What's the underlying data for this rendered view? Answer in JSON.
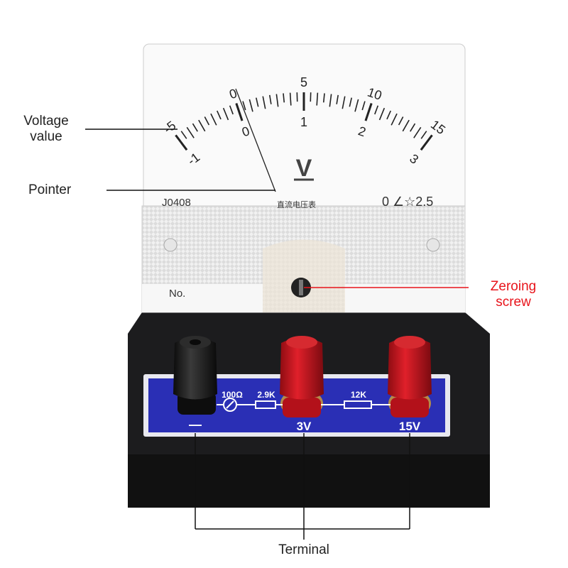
{
  "callouts": {
    "voltage_value": [
      "Voltage",
      "value"
    ],
    "pointer": "Pointer",
    "zeroing_screw": [
      "Zeroing",
      "screw"
    ],
    "terminal": "Terminal"
  },
  "meter": {
    "upper_scale": [
      "-5",
      "0",
      "5",
      "10",
      "15"
    ],
    "lower_scale": [
      "-1",
      "0",
      "1",
      "2",
      "3"
    ],
    "unit": "V",
    "model": "J0408",
    "face_text": "直流电压表",
    "class_mark": "0 ∠☆2.5",
    "serial_label": "No."
  },
  "plate": {
    "meter_resistance": "100Ω",
    "r1": "2.9K",
    "r2": "12K",
    "terminals": [
      "—",
      "3V",
      "15V"
    ]
  },
  "colors": {
    "plate_blue": "#2a2fb5",
    "terminal_red": "#c8141c",
    "terminal_black": "#1a1a1a",
    "base_black": "#1c1c1e",
    "callout_red": "#e8141b"
  }
}
